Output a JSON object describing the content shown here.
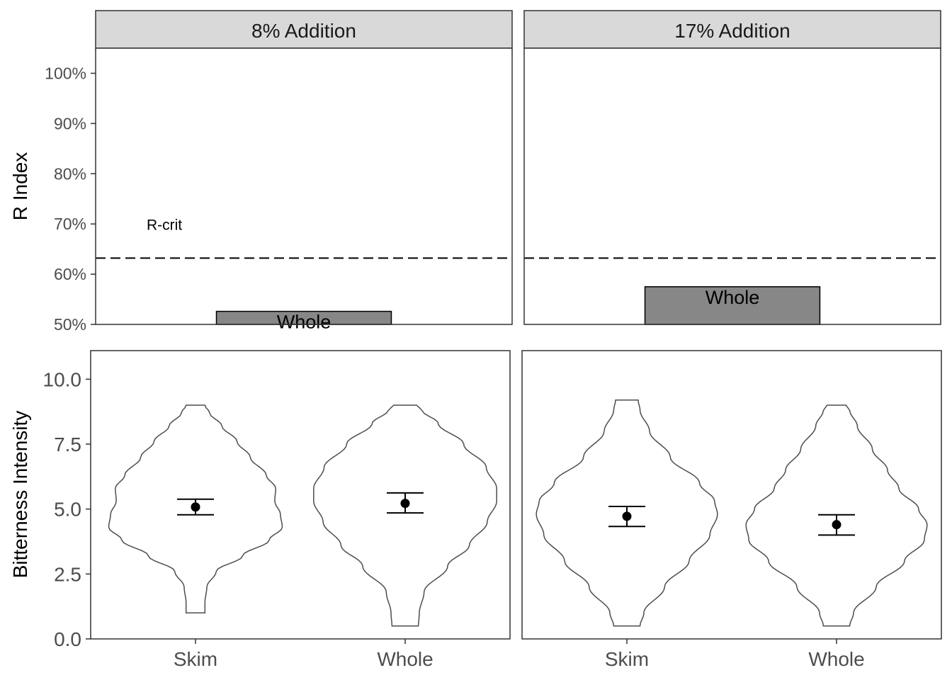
{
  "chart_data": [
    {
      "type": "bar",
      "panel": "8% Addition",
      "strip_title": "8% Addition",
      "ylabel": "R Index",
      "ylim": [
        50,
        105
      ],
      "y_ticks": [
        "50%",
        "60%",
        "70%",
        "80%",
        "90%",
        "100%"
      ],
      "y_tick_values": [
        50,
        60,
        70,
        80,
        90,
        100
      ],
      "bars": [
        {
          "label": "Whole",
          "value": 52.6
        }
      ],
      "reference_line": {
        "value": 63.2,
        "style": "dashed",
        "label": "R-crit"
      }
    },
    {
      "type": "bar",
      "panel": "17% Addition",
      "strip_title": "17% Addition",
      "ylim": [
        50,
        105
      ],
      "bars": [
        {
          "label": "Whole",
          "value": 57.5
        }
      ],
      "reference_line": {
        "value": 63.2,
        "style": "dashed"
      }
    },
    {
      "type": "violin",
      "panel": "8% Addition",
      "ylabel": "Bitterness Intensity",
      "ylim": [
        0,
        11.1
      ],
      "y_ticks": [
        "0.0",
        "2.5",
        "5.0",
        "7.5",
        "10.0"
      ],
      "y_tick_values": [
        0,
        2.5,
        5,
        7.5,
        10
      ],
      "categories": [
        "Skim",
        "Whole"
      ],
      "groups": [
        {
          "category": "Skim",
          "mean": 5.08,
          "ci_low": 4.78,
          "ci_high": 5.38,
          "range": [
            1.0,
            9.0
          ],
          "density_profile": [
            [
              1.0,
              0.1
            ],
            [
              1.4,
              0.1
            ],
            [
              2.0,
              0.12
            ],
            [
              2.6,
              0.22
            ],
            [
              3.2,
              0.5
            ],
            [
              3.8,
              0.78
            ],
            [
              4.3,
              0.92
            ],
            [
              4.8,
              0.9
            ],
            [
              5.3,
              0.84
            ],
            [
              5.8,
              0.85
            ],
            [
              6.3,
              0.75
            ],
            [
              7.0,
              0.58
            ],
            [
              7.6,
              0.44
            ],
            [
              8.2,
              0.28
            ],
            [
              8.7,
              0.15
            ],
            [
              9.0,
              0.1
            ]
          ]
        },
        {
          "category": "Whole",
          "mean": 5.22,
          "ci_low": 4.85,
          "ci_high": 5.62,
          "range": [
            0.5,
            9.0
          ],
          "density_profile": [
            [
              0.5,
              0.14
            ],
            [
              1.0,
              0.15
            ],
            [
              1.8,
              0.2
            ],
            [
              2.8,
              0.45
            ],
            [
              3.6,
              0.68
            ],
            [
              4.5,
              0.87
            ],
            [
              5.3,
              0.97
            ],
            [
              5.8,
              0.97
            ],
            [
              6.6,
              0.86
            ],
            [
              7.5,
              0.62
            ],
            [
              8.3,
              0.35
            ],
            [
              8.8,
              0.18
            ],
            [
              9.0,
              0.12
            ]
          ]
        }
      ]
    },
    {
      "type": "violin",
      "panel": "17% Addition",
      "ylim": [
        0,
        11.1
      ],
      "categories": [
        "Skim",
        "Whole"
      ],
      "groups": [
        {
          "category": "Skim",
          "mean": 4.72,
          "ci_low": 4.33,
          "ci_high": 5.1,
          "range": [
            0.5,
            9.2
          ],
          "density_profile": [
            [
              0.5,
              0.14
            ],
            [
              1.0,
              0.18
            ],
            [
              2.0,
              0.4
            ],
            [
              3.0,
              0.66
            ],
            [
              4.0,
              0.88
            ],
            [
              4.8,
              0.96
            ],
            [
              5.3,
              0.93
            ],
            [
              6.0,
              0.77
            ],
            [
              7.0,
              0.46
            ],
            [
              8.0,
              0.24
            ],
            [
              8.8,
              0.14
            ],
            [
              9.2,
              0.12
            ]
          ]
        },
        {
          "category": "Whole",
          "mean": 4.4,
          "ci_low": 4.0,
          "ci_high": 4.78,
          "range": [
            0.5,
            9.0
          ],
          "density_profile": [
            [
              0.5,
              0.14
            ],
            [
              1.0,
              0.18
            ],
            [
              2.0,
              0.42
            ],
            [
              3.0,
              0.72
            ],
            [
              3.8,
              0.93
            ],
            [
              4.4,
              0.96
            ],
            [
              5.0,
              0.87
            ],
            [
              5.8,
              0.66
            ],
            [
              6.5,
              0.54
            ],
            [
              7.3,
              0.38
            ],
            [
              8.2,
              0.22
            ],
            [
              8.8,
              0.14
            ],
            [
              9.0,
              0.1
            ]
          ]
        }
      ]
    }
  ],
  "x_axis": {
    "tick_labels": [
      "Skim",
      "Whole"
    ]
  },
  "colors": {
    "bar_fill": "#878787",
    "outline": "#333333",
    "strip_fill": "#d9d9d9",
    "line": "#000000",
    "violin_line": "#4d4d4d"
  }
}
